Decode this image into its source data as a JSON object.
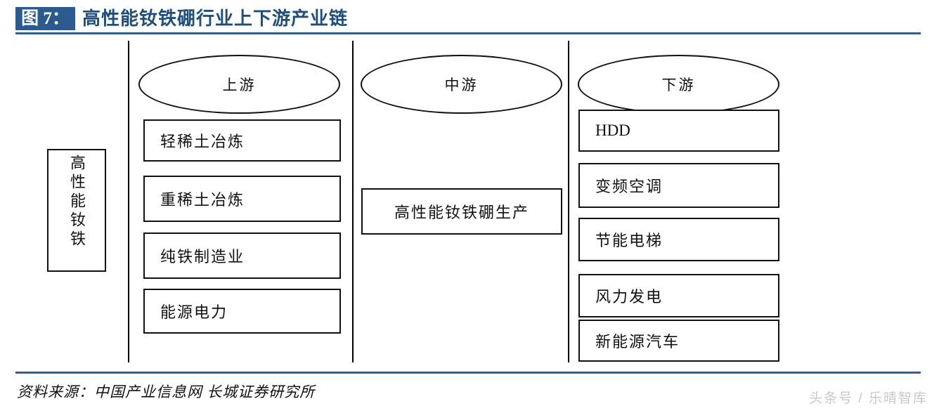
{
  "header": {
    "badge": "图 7：",
    "title": "高性能钕铁硼行业上下游产业链",
    "badge_color": "#2c5a8f",
    "title_color": "#1f4e79",
    "rule_color": "#31608f"
  },
  "source_box": {
    "label": "高性能钕铁"
  },
  "columns": [
    {
      "id": "upstream",
      "stage_label": "上游",
      "nodes": [
        {
          "label": "轻稀土冶炼",
          "script": "cjk"
        },
        {
          "label": "重稀土冶炼",
          "script": "cjk"
        },
        {
          "label": "纯铁制造业",
          "script": "cjk"
        },
        {
          "label": "能源电力",
          "script": "cjk"
        }
      ]
    },
    {
      "id": "midstream",
      "stage_label": "中游",
      "nodes": [
        {
          "label": "高性能钕铁硼生产",
          "script": "cjk"
        }
      ]
    },
    {
      "id": "downstream",
      "stage_label": "下游",
      "nodes": [
        {
          "label": "HDD",
          "script": "latin"
        },
        {
          "label": "变频空调",
          "script": "cjk"
        },
        {
          "label": "节能电梯",
          "script": "cjk"
        },
        {
          "label": "风力发电",
          "script": "cjk"
        },
        {
          "label": "新能源汽车",
          "script": "cjk"
        }
      ]
    }
  ],
  "footer": {
    "source": "资料来源：中国产业信息网  长城证券研究所",
    "watermark": "头条号 / 乐晴智库"
  }
}
